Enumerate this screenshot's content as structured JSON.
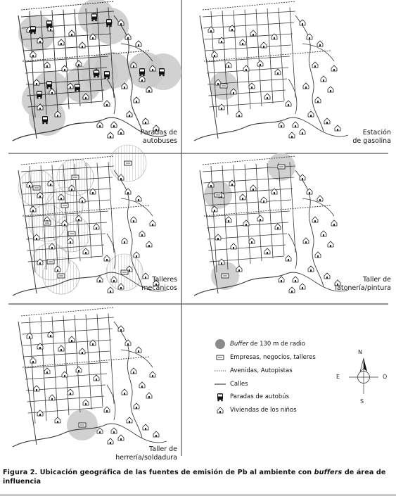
{
  "panels": [
    {
      "id": "paradas",
      "label_line1": "Paradas de",
      "label_line2": "autobuses"
    },
    {
      "id": "estacion",
      "label_line1": "Estación",
      "label_line2": "de gasolina"
    },
    {
      "id": "talleres",
      "label_line1": "Talleres",
      "label_line2": "mecánicos"
    },
    {
      "id": "latoneria",
      "label_line1": "Taller de",
      "label_line2": "latonería/pintura"
    },
    {
      "id": "herreria",
      "label_line1": "Taller de",
      "label_line2": "herrería/soldadura"
    }
  ],
  "legend": {
    "buffer_italic": "Buffer",
    "buffer_rest": " de 130 m de radio",
    "empresas": "Empresas, negocios, talleres",
    "avenidas": "Avenidas, Autopistas",
    "calles": "Calles",
    "paradas": "Paradas de autobús",
    "viviendas": "Viviendas de los niños"
  },
  "compass": {
    "n": "N",
    "s": "S",
    "e": "E",
    "o": "O"
  },
  "caption": {
    "prefix": "Figura 2. Ubicación geográfica de las fuentes de emisión de Pb al ambiente con ",
    "italic": "buffers",
    "suffix": " de área de influencia"
  },
  "colors": {
    "buffer": "#c9c9c9",
    "streets": "#3a3a3a",
    "frame": "#555555"
  }
}
